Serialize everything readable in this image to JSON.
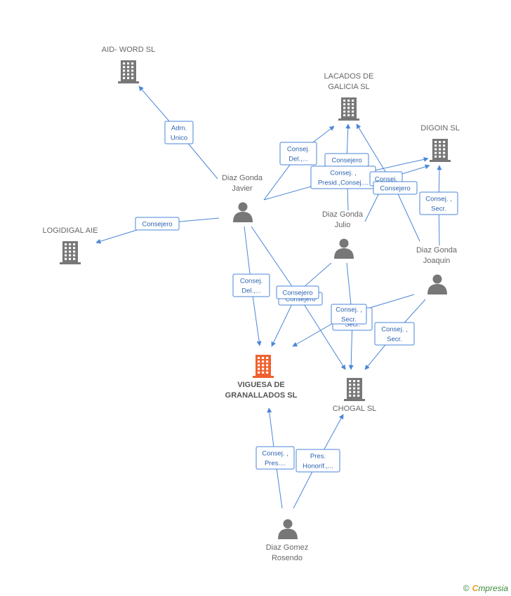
{
  "graph": {
    "nodes": [
      {
        "id": "aidword",
        "type": "company",
        "lines": [
          "AID- WORD  SL"
        ]
      },
      {
        "id": "lacados",
        "type": "company",
        "lines": [
          "LACADOS DE",
          "GALICIA SL"
        ]
      },
      {
        "id": "digoin",
        "type": "company",
        "lines": [
          "DIGOIN SL"
        ]
      },
      {
        "id": "logidigal",
        "type": "company",
        "lines": [
          "LOGIDIGAL AIE"
        ]
      },
      {
        "id": "viguesa",
        "type": "company-main",
        "lines": [
          "VIGUESA DE",
          "GRANALLADOS SL"
        ]
      },
      {
        "id": "chogal",
        "type": "company",
        "lines": [
          "CHOGAL SL"
        ]
      },
      {
        "id": "javier",
        "type": "person",
        "lines": [
          "Diaz Gonda",
          "Javier"
        ]
      },
      {
        "id": "julio",
        "type": "person",
        "lines": [
          "Diaz Gonda",
          "Julio"
        ]
      },
      {
        "id": "joaquin",
        "type": "person",
        "lines": [
          "Diaz Gonda",
          "Joaquin"
        ]
      },
      {
        "id": "rosendo",
        "type": "person",
        "lines": [
          "Diaz Gomez",
          "Rosendo"
        ]
      }
    ],
    "edges": [
      {
        "from": "javier",
        "to": "aidword",
        "lines": [
          "Adm.",
          "Unico"
        ]
      },
      {
        "from": "javier",
        "to": "logidigal",
        "lines": [
          "Consejero"
        ]
      },
      {
        "from": "javier",
        "to": "lacados",
        "lines": [
          "Consej.",
          "Del.,..."
        ]
      },
      {
        "from": "javier",
        "to": "digoin",
        "lines": [
          "Consej. ,",
          "Presid.,Consej...."
        ]
      },
      {
        "from": "javier",
        "to": "viguesa",
        "lines": [
          "Consej.",
          "Del.,..."
        ]
      },
      {
        "from": "javier",
        "to": "chogal",
        "lines": [
          "Consejero"
        ]
      },
      {
        "from": "julio",
        "to": "lacados",
        "lines": [
          "Consejero"
        ]
      },
      {
        "from": "julio",
        "to": "digoin",
        "lines": [
          "Consej."
        ]
      },
      {
        "from": "julio",
        "to": "viguesa",
        "lines": [
          "Consejero"
        ]
      },
      {
        "from": "julio",
        "to": "chogal",
        "lines": [
          "Consej. ,",
          "Secr."
        ]
      },
      {
        "from": "joaquin",
        "to": "lacados",
        "lines": [
          "Consejero"
        ]
      },
      {
        "from": "joaquin",
        "to": "digoin",
        "lines": [
          "Consej. ,",
          "Secr."
        ]
      },
      {
        "from": "joaquin",
        "to": "viguesa",
        "lines": [
          "Consej. ,",
          "Secr."
        ]
      },
      {
        "from": "joaquin",
        "to": "chogal",
        "lines": [
          "Consej. ,",
          "Secr."
        ]
      },
      {
        "from": "rosendo",
        "to": "viguesa",
        "lines": [
          "Consej. ,",
          "Pres...."
        ]
      },
      {
        "from": "rosendo",
        "to": "chogal",
        "lines": [
          "Pres.",
          "Honorif.,..."
        ]
      }
    ]
  },
  "colors": {
    "edge": "#4a86d8",
    "building": "#777777",
    "building_main": "#f0612e",
    "person": "#777777"
  },
  "icons": {
    "company": "building-icon",
    "person": "person-icon"
  },
  "footer": {
    "copyright_symbol": "©",
    "brand_initial": "C",
    "brand_rest": "mpresia"
  }
}
